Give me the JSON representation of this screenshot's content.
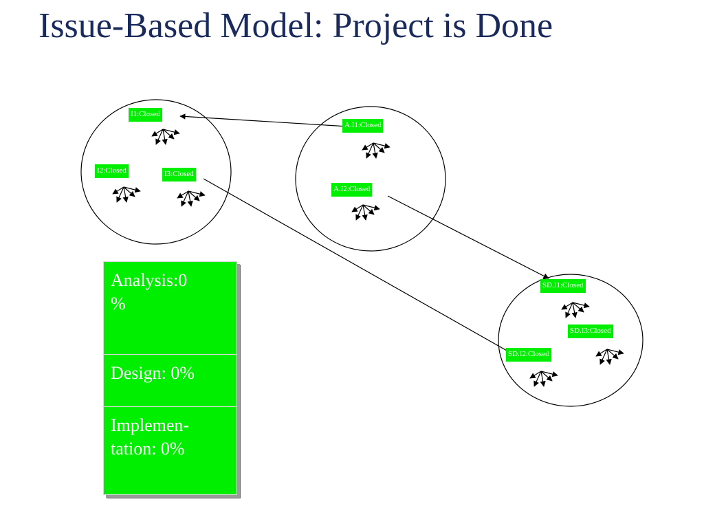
{
  "slide": {
    "title": "Issue-Based Model: Project is Done"
  },
  "issues": [
    {
      "id": "i1",
      "label": "I1:Closed"
    },
    {
      "id": "i2",
      "label": "I2:Closed"
    },
    {
      "id": "i3",
      "label": "I3:Closed"
    },
    {
      "id": "ai1",
      "label": "A.I1:Closed"
    },
    {
      "id": "ai2",
      "label": "A.I2:Closed"
    },
    {
      "id": "sdi1",
      "label": "SD.I1:Closed"
    },
    {
      "id": "sdi2",
      "label": "SD.I2:Closed"
    },
    {
      "id": "sdi3",
      "label": "SD.I3:Closed"
    }
  ],
  "progress": {
    "analysis_label": "Analysis:0\n%",
    "design_label": "Design: 0%",
    "implementation_label": "Implemen-\ntation: 0%",
    "color": "#00ee00"
  }
}
